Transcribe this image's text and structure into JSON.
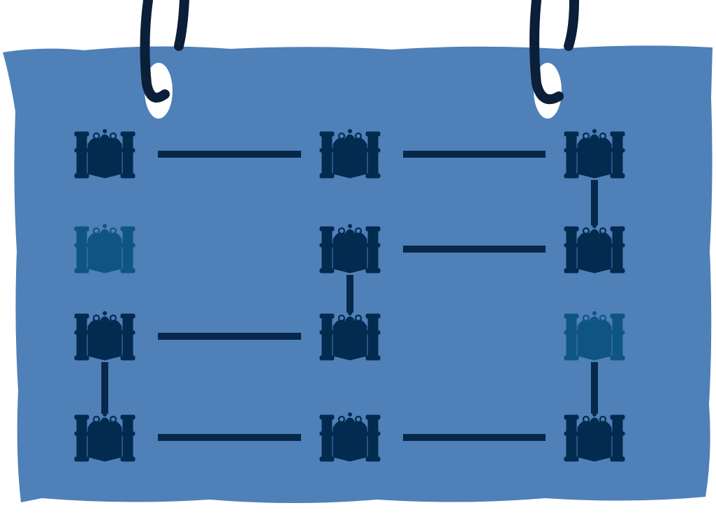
{
  "colors": {
    "background": "#ffffff",
    "sign": "#4f80b8",
    "sign_edge": "#4a7ab2",
    "rope": "#0b1f38",
    "gate_active": "#032a4f",
    "gate_inactive": "#0f5584",
    "link": "#07284a"
  },
  "grid": {
    "rows": 4,
    "cols": 3
  },
  "gates": [
    {
      "row": 0,
      "col": 0,
      "state": "active"
    },
    {
      "row": 0,
      "col": 1,
      "state": "active"
    },
    {
      "row": 0,
      "col": 2,
      "state": "active"
    },
    {
      "row": 1,
      "col": 0,
      "state": "inactive"
    },
    {
      "row": 1,
      "col": 1,
      "state": "active"
    },
    {
      "row": 1,
      "col": 2,
      "state": "active"
    },
    {
      "row": 2,
      "col": 0,
      "state": "active"
    },
    {
      "row": 2,
      "col": 1,
      "state": "active"
    },
    {
      "row": 2,
      "col": 2,
      "state": "inactive"
    },
    {
      "row": 3,
      "col": 0,
      "state": "active"
    },
    {
      "row": 3,
      "col": 1,
      "state": "active"
    },
    {
      "row": 3,
      "col": 2,
      "state": "active"
    }
  ],
  "links": [
    {
      "from": [
        0,
        0
      ],
      "to": [
        0,
        1
      ]
    },
    {
      "from": [
        0,
        1
      ],
      "to": [
        0,
        2
      ]
    },
    {
      "from": [
        0,
        2
      ],
      "to": [
        1,
        2
      ]
    },
    {
      "from": [
        1,
        1
      ],
      "to": [
        1,
        2
      ]
    },
    {
      "from": [
        1,
        1
      ],
      "to": [
        2,
        1
      ]
    },
    {
      "from": [
        2,
        0
      ],
      "to": [
        2,
        1
      ]
    },
    {
      "from": [
        2,
        0
      ],
      "to": [
        3,
        0
      ]
    },
    {
      "from": [
        2,
        2
      ],
      "to": [
        3,
        2
      ]
    },
    {
      "from": [
        3,
        0
      ],
      "to": [
        3,
        1
      ]
    },
    {
      "from": [
        3,
        1
      ],
      "to": [
        3,
        2
      ]
    }
  ],
  "icons": {
    "gate": "ornate-gate-icon",
    "hanger": "rope-hanger"
  }
}
